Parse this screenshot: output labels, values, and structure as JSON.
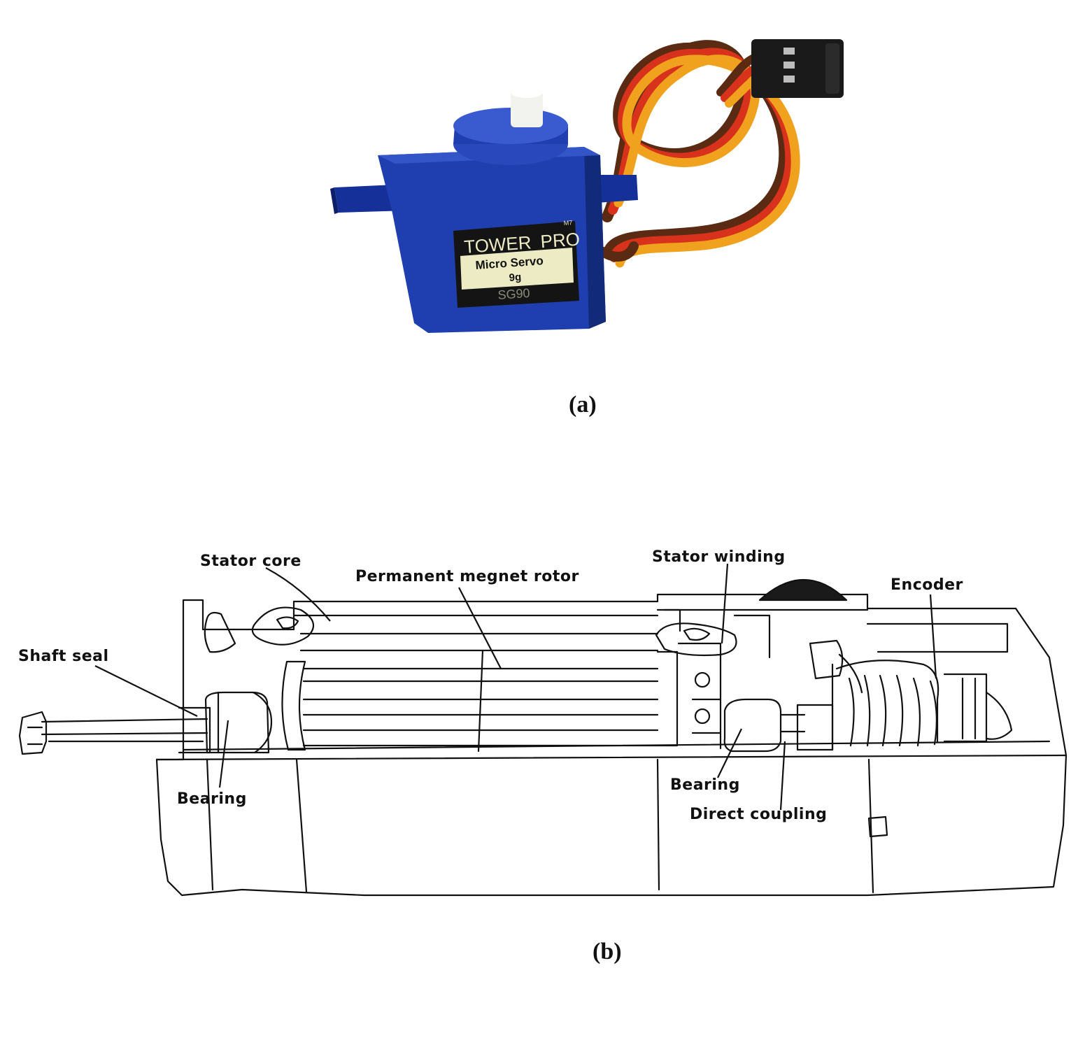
{
  "figure": {
    "panel_a": {
      "caption": "(a)",
      "servo_label": {
        "brand_part1": "TOWER",
        "brand_part2": "PRO",
        "trademark": "M7",
        "model_line1": "Micro Servo",
        "model_line2": "9g",
        "model_code": "SG90"
      },
      "colors": {
        "body": "#1f3fb0",
        "body_dark": "#112a7a",
        "horn": "#f2f2ee",
        "label_bg": "#141414",
        "label_plate": "#ecebc4",
        "wire_brown": "#5a2a12",
        "wire_red": "#d8321c",
        "wire_orange": "#f0a11e",
        "connector": "#1a1a1a"
      }
    },
    "panel_b": {
      "caption": "(b)",
      "labels": {
        "stator_core": "Stator core",
        "rotor": "Permanent megnet rotor",
        "stator_winding": "Stator winding",
        "encoder": "Encoder",
        "shaft_seal": "Shaft seal",
        "bearing_left": "Bearing",
        "bearing_right": "Bearing",
        "direct_coupling": "Direct coupling"
      }
    }
  }
}
